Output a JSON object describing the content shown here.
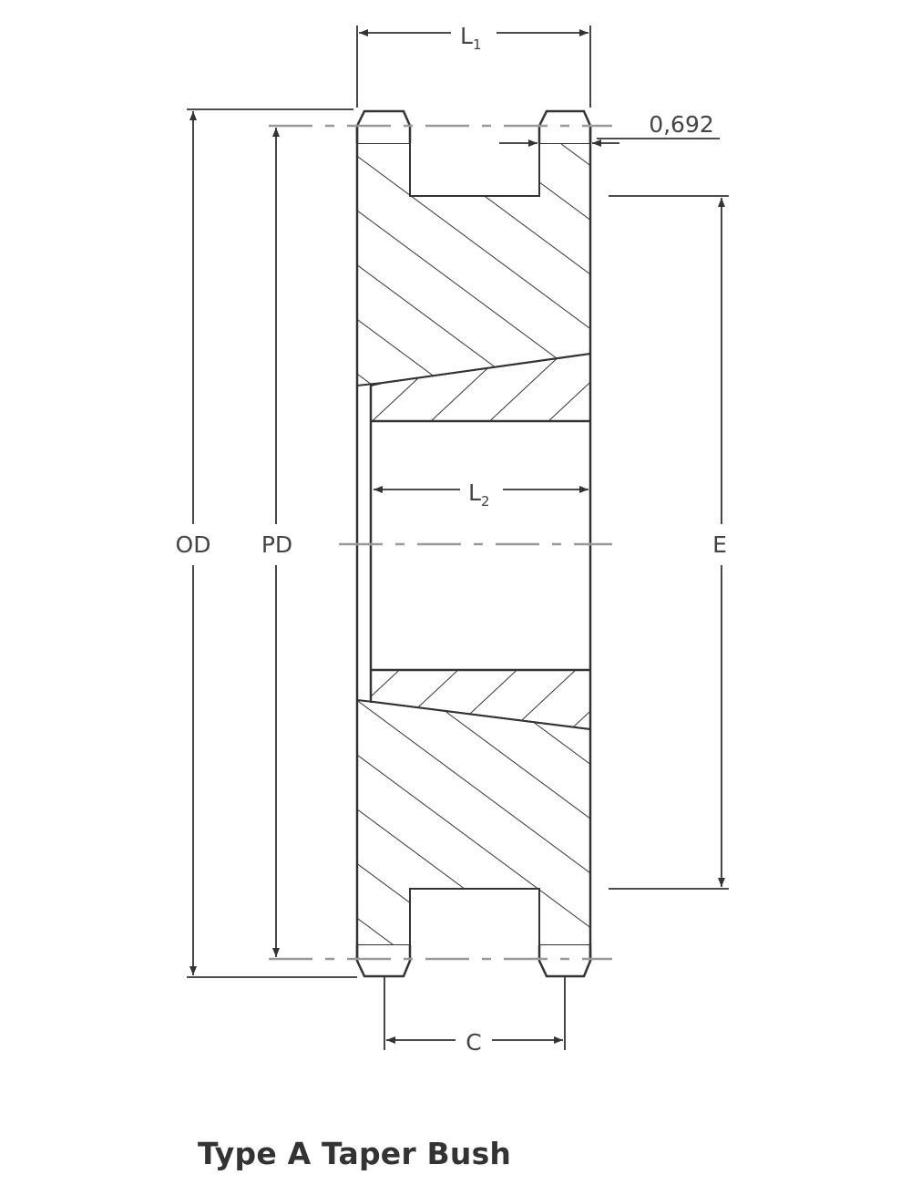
{
  "title": "Type A Taper Bush",
  "dimensions": {
    "l1": {
      "main": "L",
      "sub": "1"
    },
    "l2": {
      "main": "L",
      "sub": "2"
    },
    "od": "OD",
    "pd": "PD",
    "e": "E",
    "c": "C",
    "tooth": "0,692"
  },
  "colors": {
    "line": "#333333",
    "dim": "#444444"
  }
}
